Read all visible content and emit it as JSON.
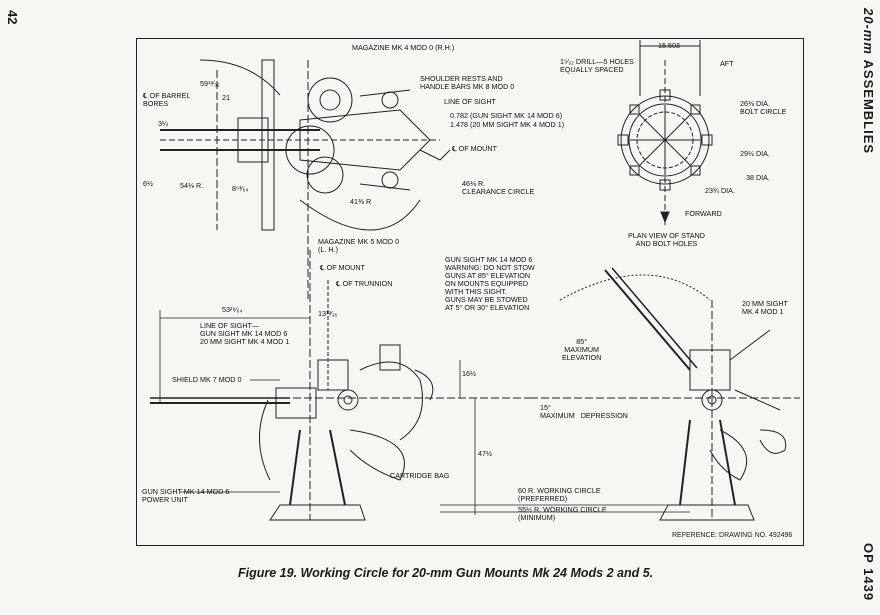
{
  "page_number": "42",
  "side_header": {
    "part1": "20-mm",
    "part2": "ASSEMBLIES"
  },
  "side_footer": "OP 1439",
  "caption": "Figure 19.   Working Circle for 20-mm Gun Mounts Mk 24 Mods 2 and 5.",
  "reference": "REFERENCE: DRAWING NO. 492496",
  "labels": {
    "magazine_rh": "MAGAZINE MK 4 MOD 0 (R.H.)",
    "shoulder_rests": "SHOULDER RESTS AND\nHANDLE BARS MK 8 MOD 0",
    "line_of_sight_top": "LINE OF SIGHT",
    "sight_0782": "0.782 (GUN SIGHT MK 14 MOD 6)",
    "sight_1478": "1.478 (20 MM SIGHT MK 4 MOD 1)",
    "cl_mount_top": "℄ OF MOUNT",
    "clearance_circle": "46⅛ R.\nCLEARANCE CIRCLE",
    "cl_barrel_bores": "℄ OF BARREL\nBORES",
    "dim_3_1_4": "3¼",
    "dim_6_1_2": "6½",
    "dim_54_1_8": "54⅛ R.",
    "dim_8_53_64": "8⁵³⁄₆₄",
    "dim_41_3_8": "41⅜ R",
    "dim_59_13_32": "59¹³⁄₃₂",
    "dim_21": "21",
    "magazine_lh": "MAGAZINE MK 5 MOD 0\n(L. H.)",
    "cl_mount_mid": "℄ OF MOUNT",
    "cl_trunnion": "℄ OF TRUNNION",
    "dim_53_29_64": "53²⁹⁄₆₄",
    "dim_13_13_16": "13¹³⁄₁₆",
    "line_of_sight_mid": "LINE OF SIGHT—\nGUN SIGHT MK 14 MOD 6\n20 MM SIGHT MK 4 MOD 1",
    "shield": "SHIELD MK 7 MOD 0",
    "dim_16_1_2": "16½",
    "dim_47_1_2": "47½",
    "cartridge_bag": "CARTRIDGE BAG",
    "gun_sight_power": "GUN SIGHT MK 14 MOD 6\nPOWER UNIT",
    "warning": "GUN SIGHT MK 14 MOD 6\nWARNING: DO NOT STOW\nGUNS AT 85° ELEVATION\nON MOUNTS EQUIPPED\nWITH THIS SIGHT.\nGUNS MAY BE STOWED\nAT 5° OR 30° ELEVATION",
    "working_60": "60 R. WORKING CIRCLE\n(PREFERRED)",
    "working_55": "55½ R. WORKING CIRCLE\n(MINIMUM)",
    "max_elevation": "85°\nMAXIMUM\nELEVATION",
    "max_depression": "15°\nMAXIMUM   DEPRESSION",
    "sight_mk4": "20 MM SIGHT\nMK 4 MOD 1",
    "drill_holes": "1⁵⁄₃₂ DRILL—5 HOLES\nEQUALLY SPACED",
    "dim_15503": "15.503",
    "aft": "AFT",
    "bolt_circle": "26⅜ DIA.\nBOLT CIRCLE",
    "dia_29_1_2": "29½ DIA.",
    "dia_38": "38 DIA.",
    "dia_23_3_4": "23¾ DIA.",
    "forward": "FORWARD",
    "plan_view": "PLAN VIEW OF STAND\nAND BOLT HOLES"
  }
}
